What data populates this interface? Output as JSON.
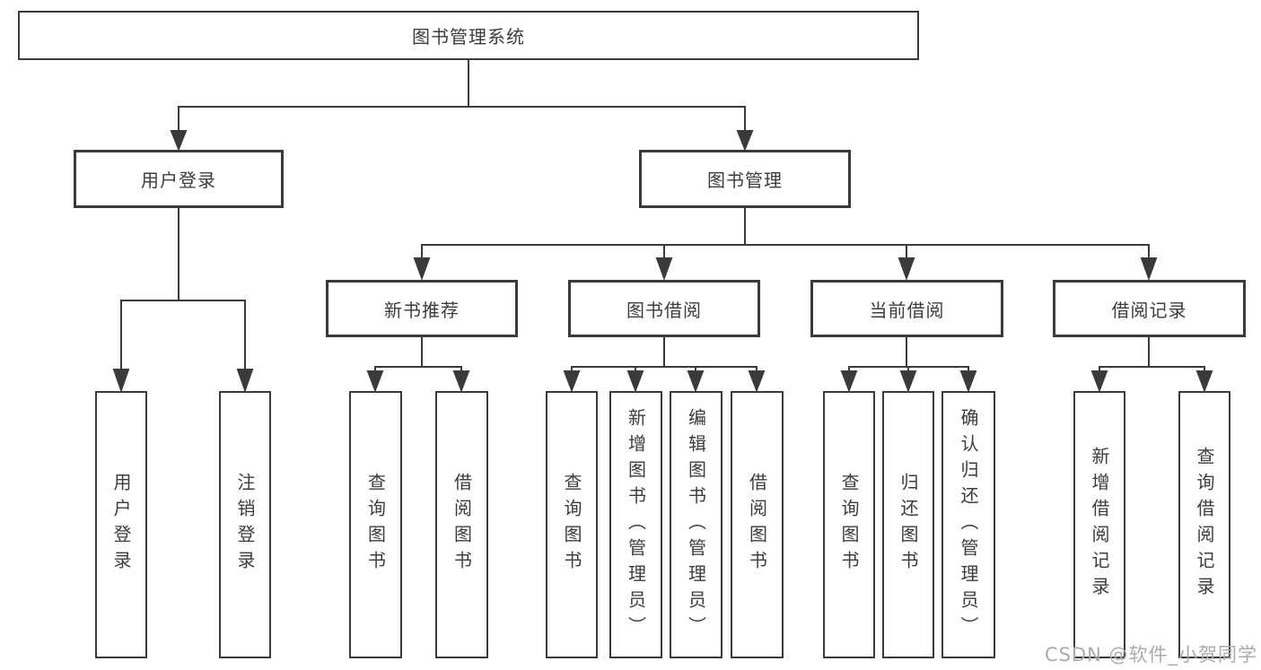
{
  "diagram_type": "hierarchy-tree",
  "hierarchy": {
    "label": "图书管理系统",
    "children": [
      {
        "label": "用户登录",
        "children": [
          {
            "label": "用户登录"
          },
          {
            "label": "注销登录"
          }
        ]
      },
      {
        "label": "图书管理",
        "children": [
          {
            "label": "新书推荐",
            "children": [
              {
                "label": "查询图书"
              },
              {
                "label": "借阅图书"
              }
            ]
          },
          {
            "label": "图书借阅",
            "children": [
              {
                "label": "查询图书"
              },
              {
                "label": "新增图书（管理员）"
              },
              {
                "label": "编辑图书（管理员）"
              },
              {
                "label": "借阅图书"
              }
            ]
          },
          {
            "label": "当前借阅",
            "children": [
              {
                "label": "查询图书"
              },
              {
                "label": "归还图书"
              },
              {
                "label": "确认归还（管理员）"
              }
            ]
          },
          {
            "label": "借阅记录",
            "children": [
              {
                "label": "新增借阅记录"
              },
              {
                "label": "查询借阅记录"
              }
            ]
          }
        ]
      }
    ]
  },
  "watermark": {
    "text": "CSDN @软件_小贺同学"
  },
  "colors": {
    "line": "#3a3a3a",
    "box_border": "#3a3a3a",
    "box_fill": "#ffffff",
    "text": "#3c3c3c",
    "watermark": "#ababab",
    "background": "#ffffff"
  }
}
